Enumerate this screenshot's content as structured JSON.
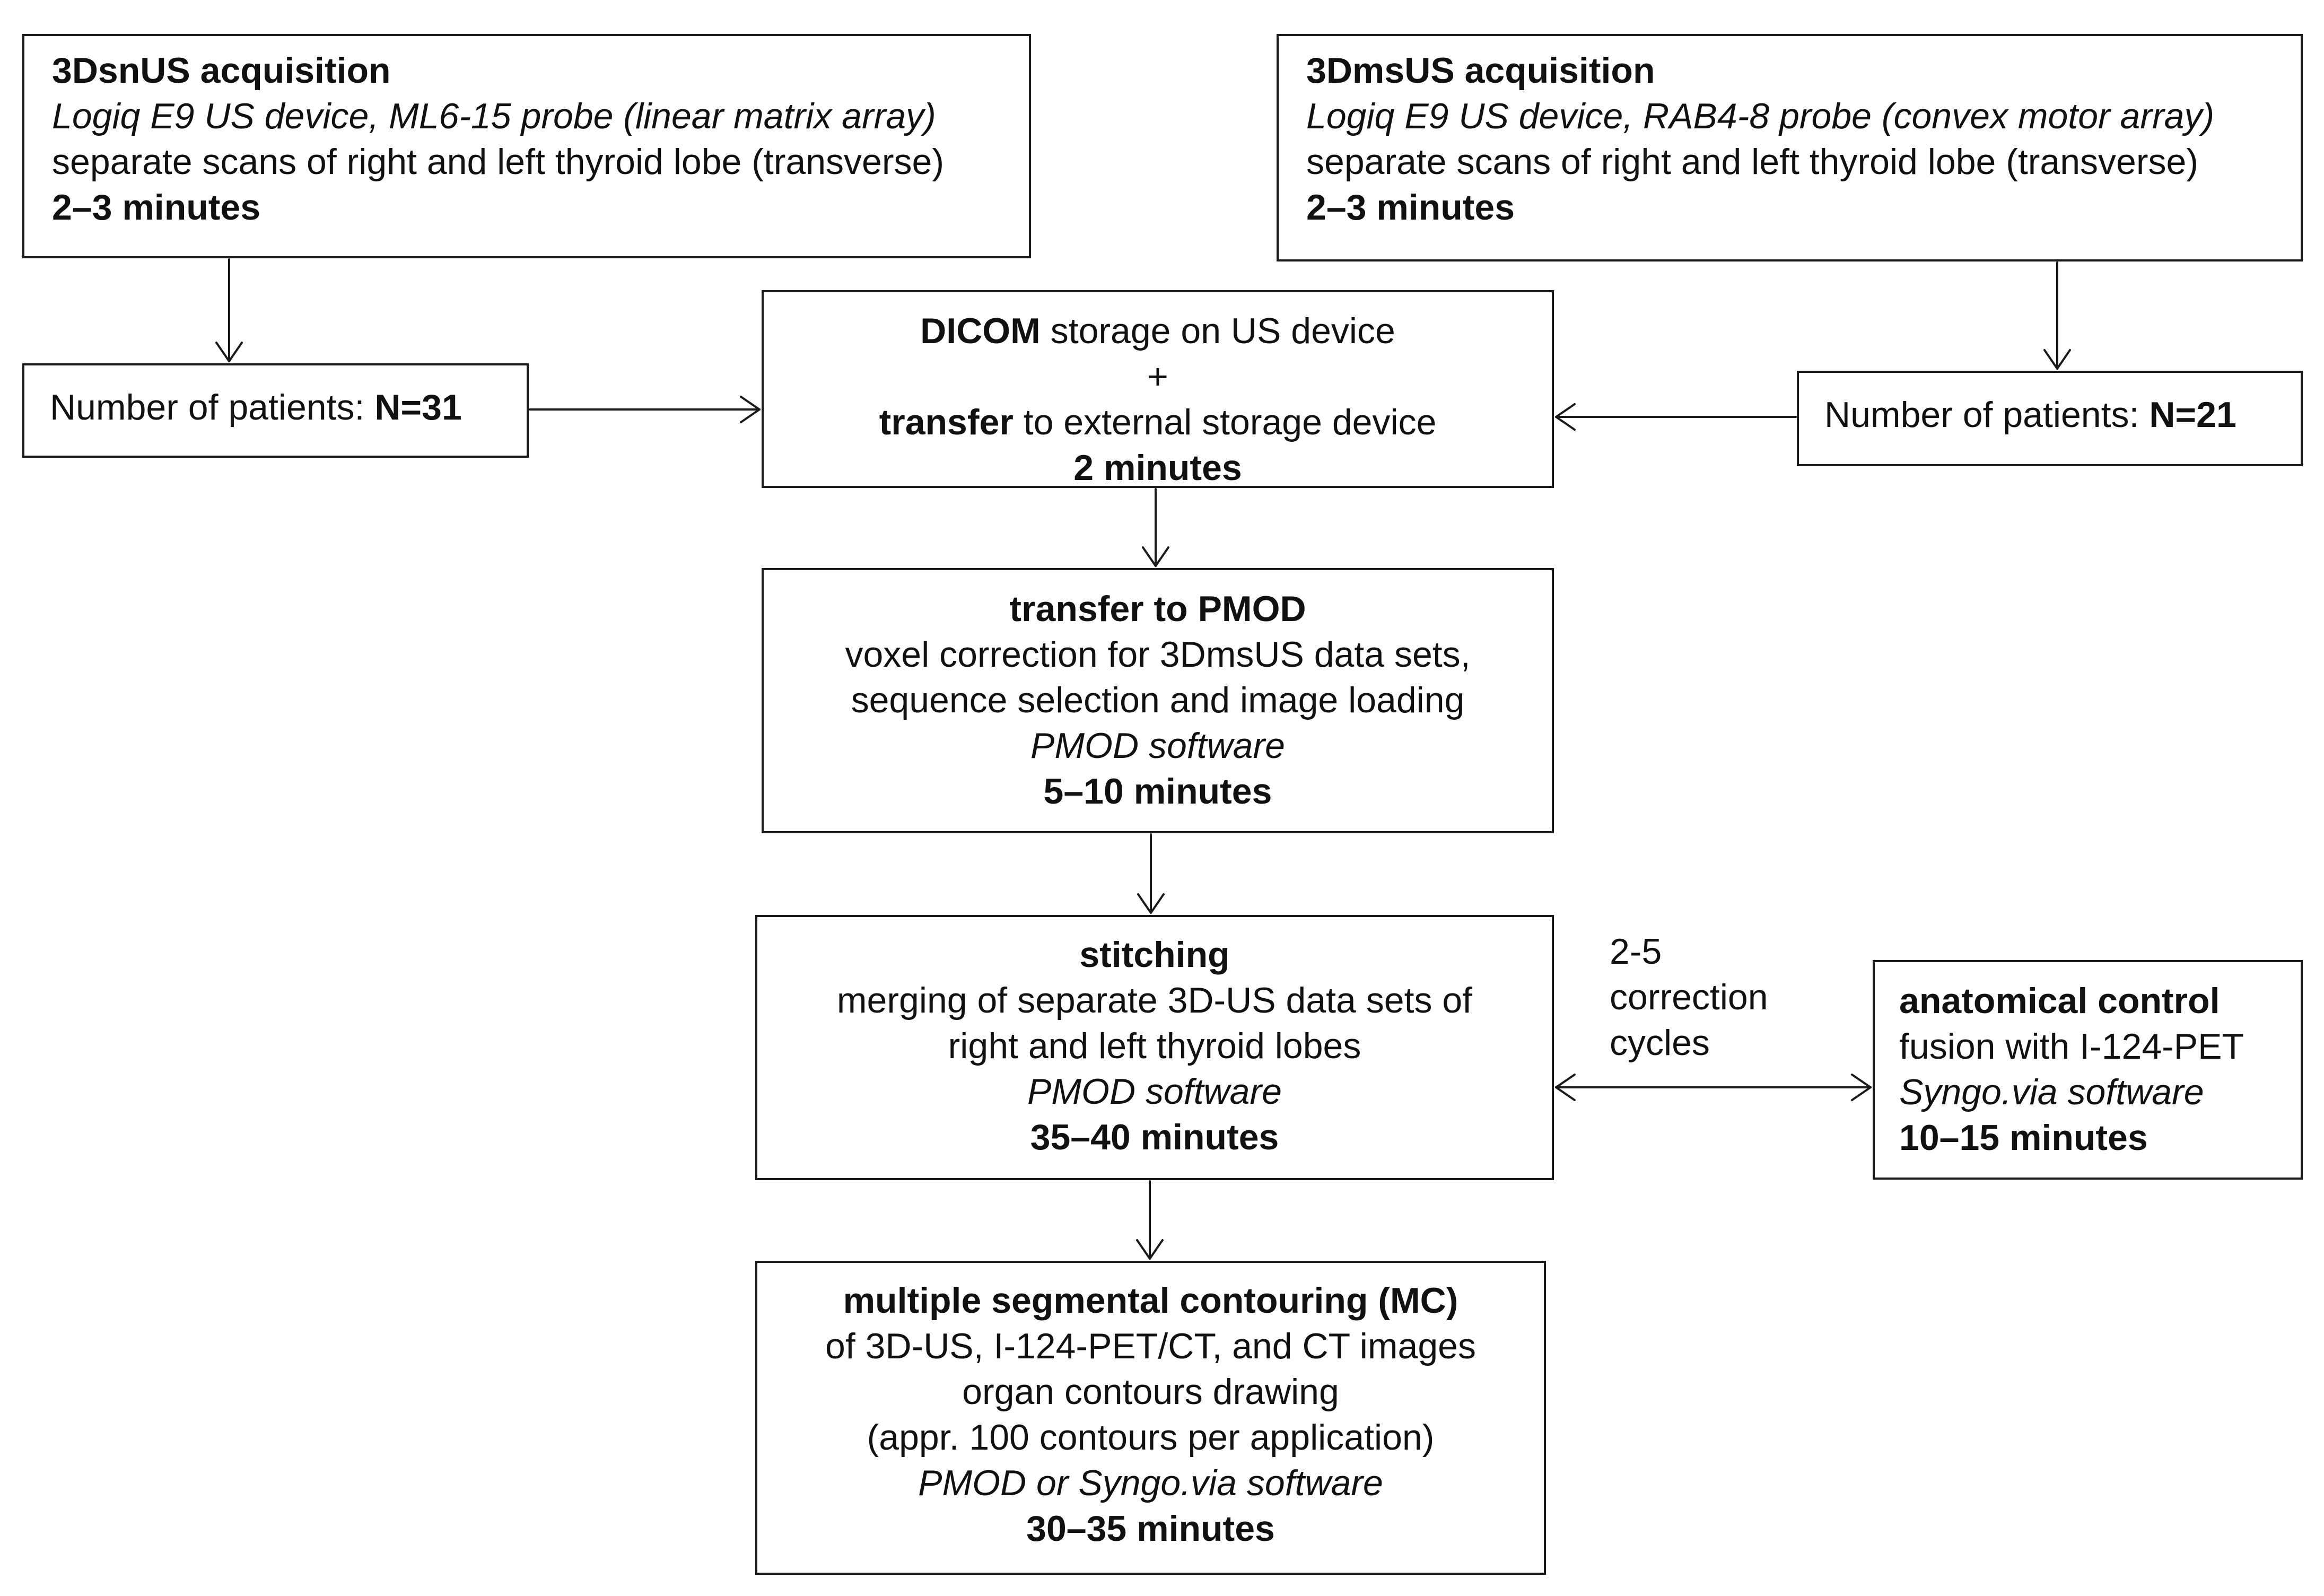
{
  "box_snus": {
    "title": "3DsnUS acquisition",
    "device": "Logiq E9 US device, ML6-15 probe (linear matrix array)",
    "scans": "separate scans of right and left thyroid lobe (transverse)",
    "time": "2–3 minutes"
  },
  "box_msus": {
    "title": "3DmsUS acquisition",
    "device": "Logiq E9 US device, RAB4-8 probe (convex motor array)",
    "scans": "separate scans of right and left thyroid lobe (transverse)",
    "time": "2–3 minutes"
  },
  "patients_left": {
    "label": "Number of patients: ",
    "value": "N=31"
  },
  "patients_right": {
    "label": "Number of patients: ",
    "value": "N=21"
  },
  "box_dicom": {
    "dicom_bold": "DICOM",
    "dicom_rest": " storage on US device",
    "plus": "+",
    "transfer_bold": "transfer",
    "transfer_rest": " to external storage device",
    "time": "2 minutes"
  },
  "box_pmod": {
    "title": "transfer to PMOD",
    "line1": "voxel correction for 3DmsUS data sets,",
    "line2": "sequence selection and image loading",
    "software": "PMOD software",
    "time": "5–10 minutes"
  },
  "box_stitch": {
    "title": "stitching",
    "line1": "merging of separate 3D-US data sets of",
    "line2": "right and left thyroid lobes",
    "software": "PMOD software",
    "time": "35–40 minutes"
  },
  "cycles": {
    "line1": "2-5",
    "line2": "correction",
    "line3": "cycles"
  },
  "box_anat": {
    "title": "anatomical control",
    "line1": "fusion with I-124-PET",
    "software": "Syngo.via software",
    "time": "10–15 minutes"
  },
  "box_mc": {
    "title": "multiple segmental contouring (MC)",
    "line1": "of 3D-US, I-124-PET/CT, and CT images",
    "line2": "organ contours drawing",
    "line3": "(appr. 100 contours per application)",
    "software": "PMOD or Syngo.via software",
    "time": "30–35 minutes"
  }
}
